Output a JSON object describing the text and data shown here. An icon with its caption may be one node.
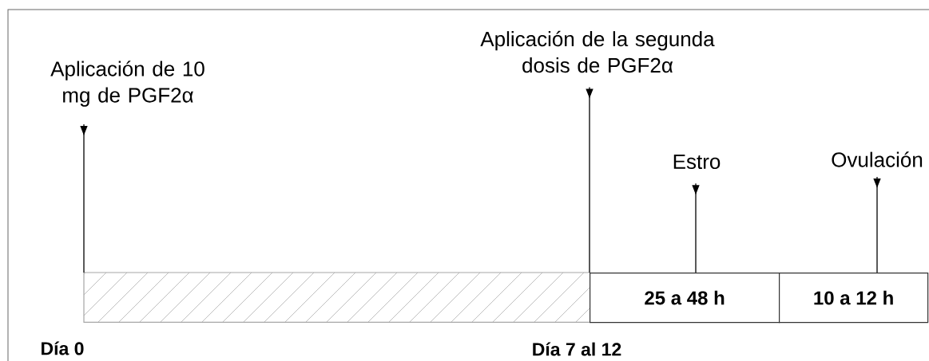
{
  "diagram": {
    "nodes": [
      {
        "text": [
          "Aplicación de 10 mg de PGF2α"
        ]
      },
      {
        "text": [
          "Aplicación de la segunda dosis de PGF2α"
        ]
      },
      {
        "text": [
          "Estro"
        ]
      },
      {
        "text": [
          "Ovulación"
        ]
      },
      {
        "text": [],
        "shape": "bar"
      },
      {
        "text": [
          "25 a 48 h"
        ]
      },
      {
        "text": [
          "10 a 12 h"
        ]
      }
    ],
    "edges": [
      {
        "from": 0,
        "to": 4,
        "arrow": "to"
      },
      {
        "from": 1,
        "to": 5,
        "arrow": "to"
      },
      {
        "from": 2,
        "to": 5,
        "arrow": "to"
      },
      {
        "from": 3,
        "to": 6,
        "arrow": "to"
      }
    ],
    "labels": [
      "Día 0",
      "Día 7 al 12"
    ]
  }
}
